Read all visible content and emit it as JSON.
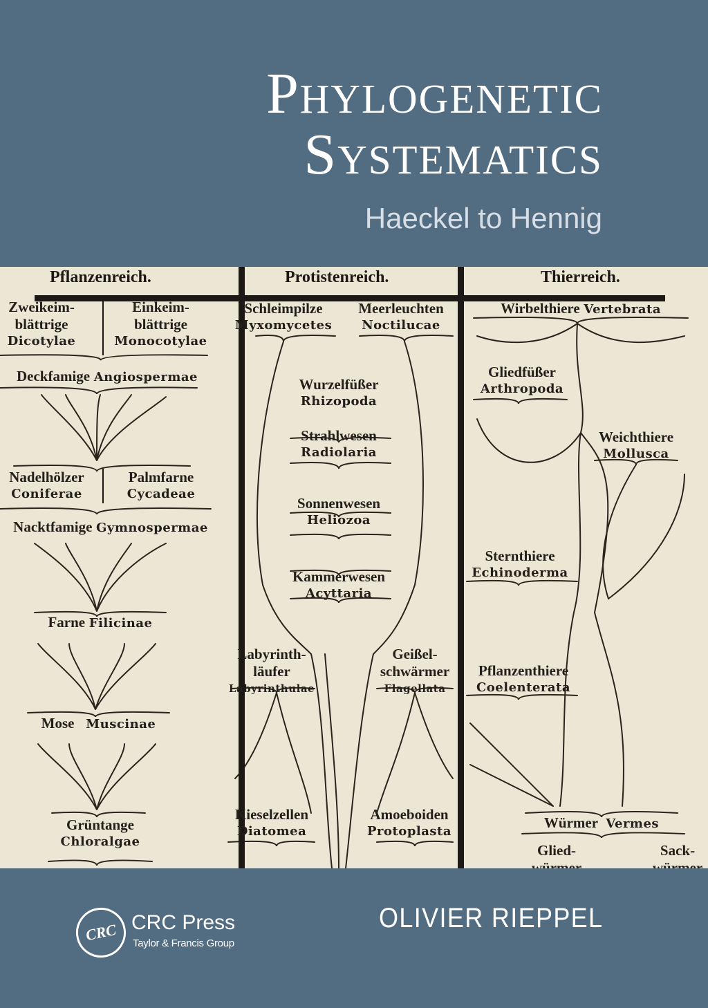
{
  "cover": {
    "title_line1": "Phylogenetic",
    "title_line2": "Systematics",
    "subtitle": "Haeckel to Hennig",
    "author": "OLIVIER RIEPPEL",
    "publisher": {
      "logo_text": "CRC",
      "name": "CRC Press",
      "group": "Taylor & Francis Group"
    },
    "colors": {
      "band": "#526c82",
      "plate_paper": "#ece7d5",
      "ink": "#231f1a",
      "title": "#ffffff",
      "subtitle": "#d8dee5"
    }
  },
  "plate": {
    "kingdoms": [
      {
        "label": "Pflanzenreich."
      },
      {
        "label": "Protistenreich."
      },
      {
        "label": "Thierreich."
      }
    ],
    "plants": [
      {
        "de": "Zweikeim-",
        "de2": "blättrige",
        "la": "Dicotylae"
      },
      {
        "de": "Einkeim-",
        "de2": "blättrige",
        "la": "Monocotylae"
      },
      {
        "de": "Deckfamige",
        "la": "Angiospermae"
      },
      {
        "de": "Nadelhölzer",
        "la": "Coniferae"
      },
      {
        "de": "Palmfarne",
        "la": "Cycadeae"
      },
      {
        "de": "Nacktfamige",
        "la": "Gymnospermae"
      },
      {
        "de": "Farne",
        "la": "Filicinae"
      },
      {
        "de": "Mose",
        "la": "Muscinae"
      },
      {
        "de": "Grüntange",
        "la": "Chloralgae"
      }
    ],
    "protists": [
      {
        "de": "Schleimpilze",
        "la": "Myxomycetes"
      },
      {
        "de": "Meerleuchten",
        "la": "Noctilucae"
      },
      {
        "de": "Wurzelfüßer",
        "la": "Rhizopoda"
      },
      {
        "de": "Strahlwesen",
        "la": "Radiolaria"
      },
      {
        "de": "Sonnenwesen",
        "la": "Heliozoa"
      },
      {
        "de": "Kammerwesen",
        "la": "Acyttaria"
      },
      {
        "de": "Labyrinth-",
        "de2": "läufer",
        "la": "Labyrinthulae"
      },
      {
        "de": "Geißel-",
        "de2": "schwärmer",
        "la": "Flagellata"
      },
      {
        "de": "Kieselzellen",
        "la": "Diatomea"
      },
      {
        "de": "Amoeboiden",
        "la": "Protoplasta"
      }
    ],
    "animals": [
      {
        "de": "Wirbelthiere",
        "la": "Vertebrata"
      },
      {
        "de": "Gliedfüßer",
        "la": "Arthropoda"
      },
      {
        "de": "Weichthiere",
        "la": "Mollusca"
      },
      {
        "de": "Sternthiere",
        "la": "Echinoderma"
      },
      {
        "de": "Pflanzenthiere",
        "la": "Coelenterata"
      },
      {
        "de": "Würmer",
        "la": "Vermes"
      },
      {
        "de": "Glied-",
        "la": "würmer"
      },
      {
        "de": "Sack-",
        "la": "würmer"
      }
    ]
  }
}
